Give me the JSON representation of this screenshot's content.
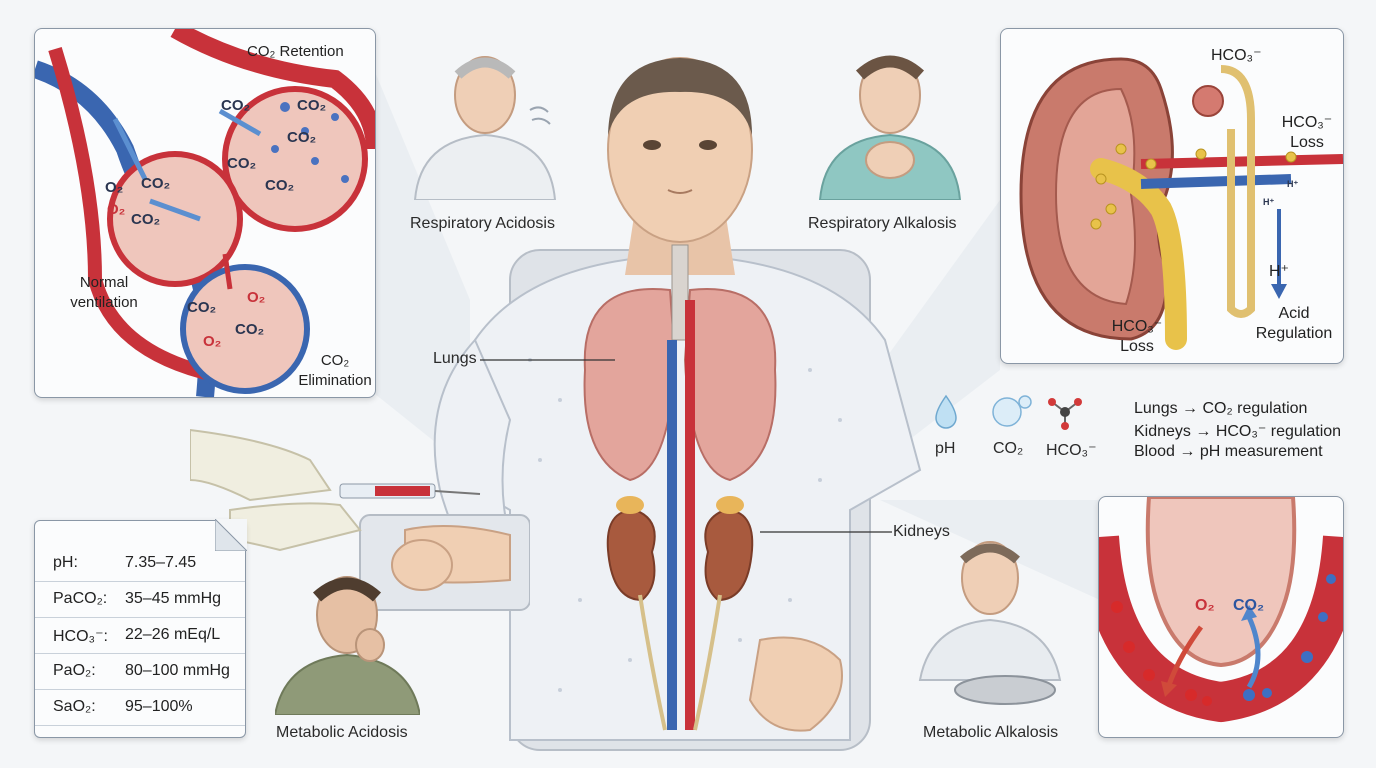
{
  "alveoli_panel": {
    "co2_retention": "CO₂ Retention",
    "normal_ventilation": "Normal ventilation",
    "co2_elimination": "CO₂ Elimination",
    "labels": [
      "CO₂",
      "CO₂",
      "CO₂",
      "CO₂",
      "CO₂",
      "O₂",
      "CO₂",
      "O₂",
      "CO₂",
      "CO₂",
      "O₂",
      "O₂",
      "CO₂"
    ]
  },
  "conditions": {
    "resp_acidosis": "Respiratory Acidosis",
    "resp_alkalosis": "Respiratory Alkalosis",
    "met_acidosis": "Metabolic Acidosis",
    "met_alkalosis": "Metabolic Alkalosis"
  },
  "body_labels": {
    "lungs": "Lungs",
    "kidneys": "Kidneys"
  },
  "kidney_panel": {
    "hco3_top": "HCO₃⁻",
    "hco3_loss_right": "HCO₃⁻ Loss",
    "h_plus": "H⁺",
    "acid_regulation": "Acid Regulation",
    "hco3_loss_bottom": "HCO₃⁻ Loss",
    "h_small_1": "H⁺",
    "h_small_2": "H⁺"
  },
  "chemistry_icons": {
    "ph": "pH",
    "co2": "CO₂",
    "hco3": "HCO₃⁻"
  },
  "regulation_legend": [
    "Lungs → CO₂ regulation",
    "Kidneys → HCO₃⁻ regulation",
    "Blood → pH measurement"
  ],
  "abg_values": [
    {
      "key": "pH:",
      "value": "7.35–7.45"
    },
    {
      "key": "PaCO₂:",
      "value": "35–45 mmHg"
    },
    {
      "key": "HCO₃⁻:",
      "value": "22–26 mEq/L"
    },
    {
      "key": "PaO₂:",
      "value": "80–100 mmHg"
    },
    {
      "key": "SaO₂:",
      "value": "95–100%"
    }
  ],
  "capillary_panel": {
    "o2": "O₂",
    "co2": "CO₂"
  },
  "colors": {
    "artery": "#c8323a",
    "vein": "#3a66b0",
    "tissue": "#e9b7ad",
    "yellow": "#e8c24a"
  }
}
